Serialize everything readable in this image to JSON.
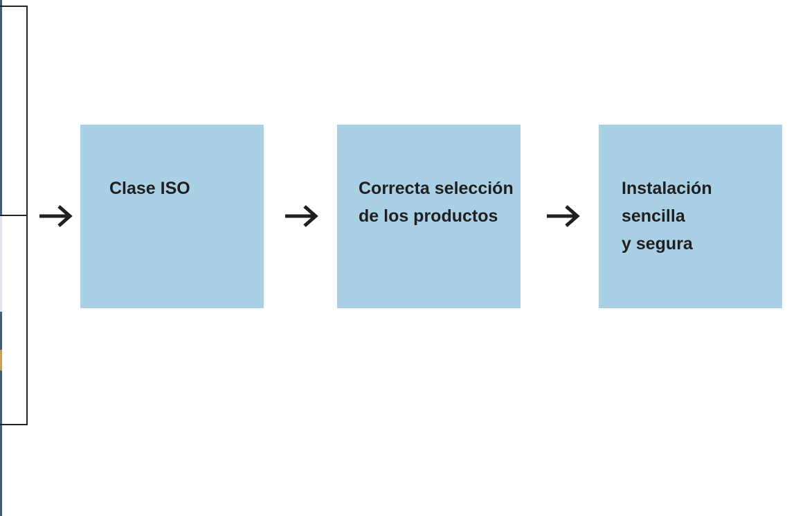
{
  "diagram": {
    "steps": [
      {
        "text": "Clase ISO"
      },
      {
        "text": "Correcta selección\nde los productos"
      },
      {
        "text": "Instalación\nsencilla\ny segura"
      }
    ],
    "arrow_icon": "right-arrow-icon",
    "colors": {
      "box_fill": "#a9d0e5",
      "text": "#1f1f1f",
      "arrow": "#1f1f1f",
      "bracket": "#222222"
    }
  }
}
